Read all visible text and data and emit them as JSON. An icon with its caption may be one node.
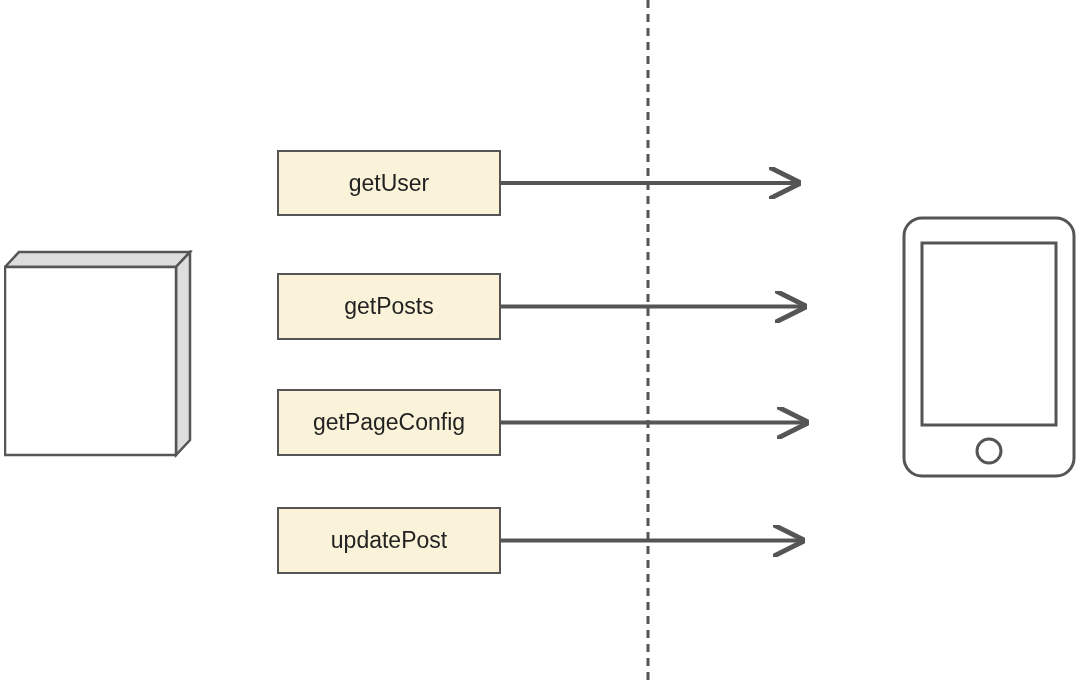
{
  "diagram": {
    "nodes": [
      {
        "text": [],
        "shape": "box"
      },
      {
        "text": [
          "getUser"
        ]
      },
      {
        "text": [
          "getPosts"
        ]
      },
      {
        "text": [
          "getPageConfig"
        ]
      },
      {
        "text": [
          "updatePost"
        ]
      },
      {
        "text": [],
        "shape": "picture"
      }
    ],
    "edges": [
      {
        "from": 1,
        "to": null,
        "arrow": "to"
      },
      {
        "from": 2,
        "to": null,
        "arrow": "to"
      },
      {
        "from": 3,
        "to": null,
        "arrow": "to"
      },
      {
        "from": 4,
        "to": null,
        "arrow": "to"
      }
    ]
  }
}
